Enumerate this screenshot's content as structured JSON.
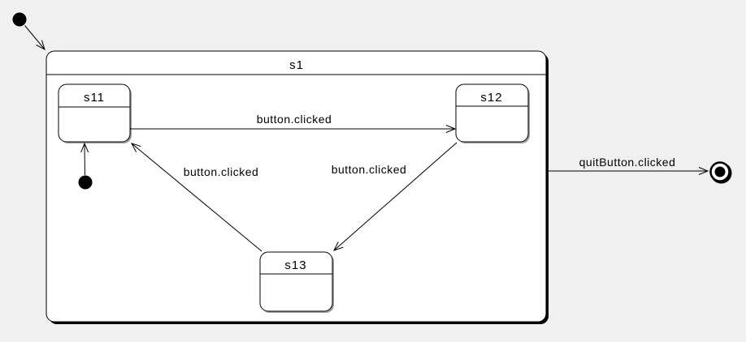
{
  "diagram": {
    "type": "uml-statechart",
    "colors": {
      "background": "#f0f0f0",
      "state_fill": "#ffffff",
      "line": "#000000",
      "shadow_dark": "#000000",
      "shadow_soft": "#9c9c9c"
    },
    "composite": {
      "label": "s1"
    },
    "states": [
      {
        "label": "s11"
      },
      {
        "label": "s12"
      },
      {
        "label": "s13"
      }
    ],
    "transitions": {
      "s11_to_s12": {
        "label": "button.clicked"
      },
      "s13_to_s11": {
        "label": "button.clicked"
      },
      "s12_to_s13": {
        "label": "button.clicked"
      },
      "s1_to_final": {
        "label": "quitButton.clicked"
      }
    }
  }
}
